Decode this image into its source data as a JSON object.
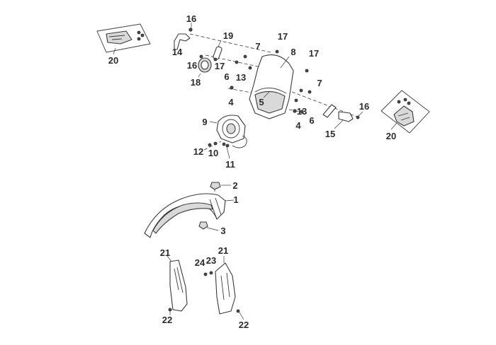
{
  "callouts": {
    "c1": "1",
    "c2": "2",
    "c3": "3",
    "c4a": "4",
    "c4b": "4",
    "c5": "5",
    "c6a": "6",
    "c6b": "6",
    "c7a": "7",
    "c7b": "7",
    "c8": "8",
    "c9": "9",
    "c10": "10",
    "c11": "11",
    "c12": "12",
    "c13a": "13",
    "c13b": "13",
    "c14": "14",
    "c15": "15",
    "c16a": "16",
    "c16b": "16",
    "c16c": "16",
    "c17a": "17",
    "c17b": "17",
    "c17c": "17",
    "c18": "18",
    "c19": "19",
    "c20a": "20",
    "c20b": "20",
    "c21a": "21",
    "c21b": "21",
    "c22a": "22",
    "c22b": "22",
    "c23": "23",
    "c24": "24"
  }
}
